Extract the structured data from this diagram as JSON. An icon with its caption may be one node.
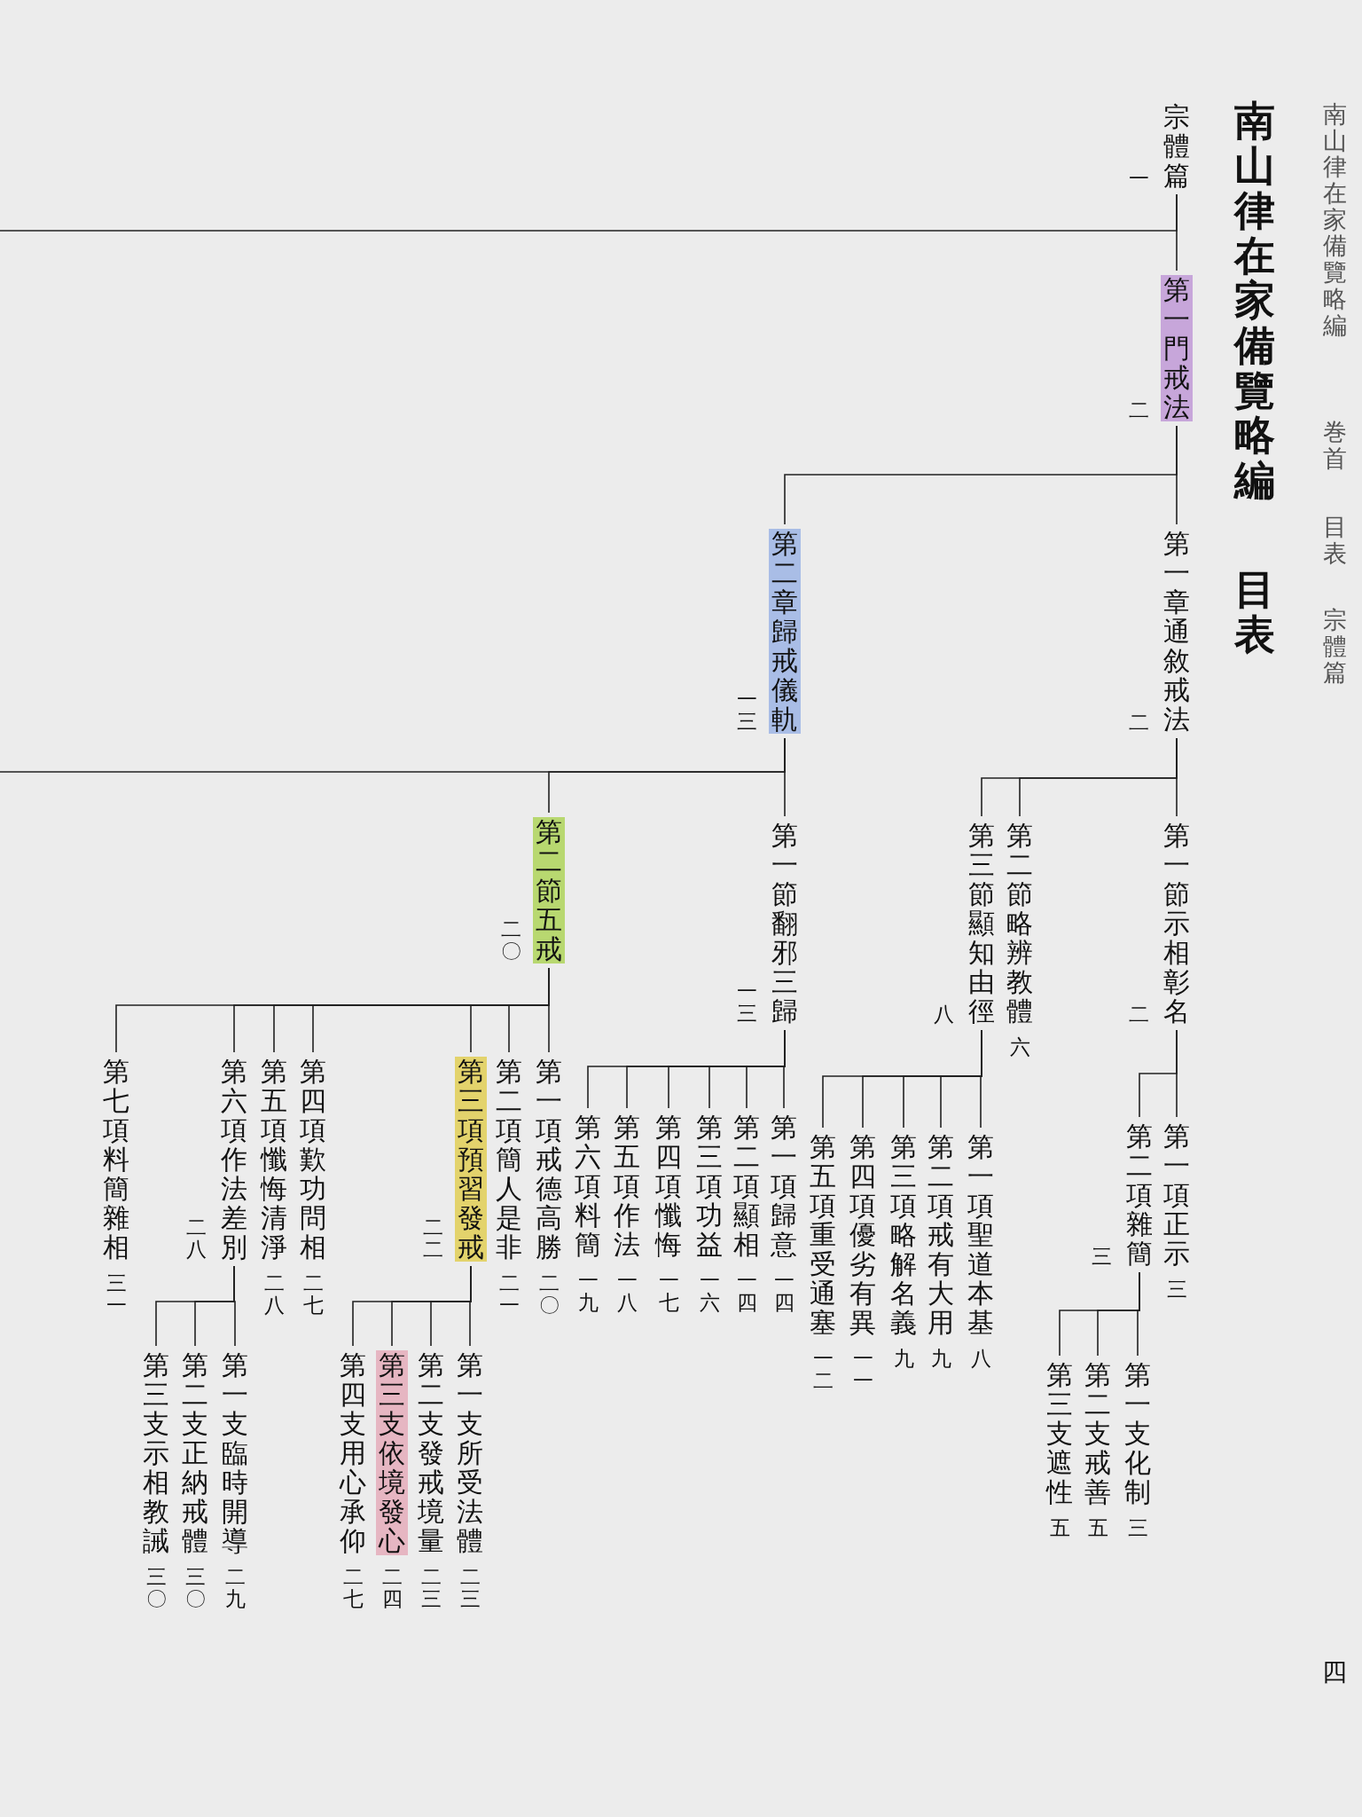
{
  "diagram": {
    "title": "南山律在家備覽略編",
    "nodes": [
      {
        "text": [
          "宗體篇"
        ],
        "beside": [
          "一"
        ]
      },
      {
        "text": [
          "第一門戒法"
        ],
        "beside": [
          "二"
        ]
      },
      {
        "text": [
          "第一章通敘戒法"
        ],
        "beside": [
          "二"
        ]
      },
      {
        "text": [
          "第二章歸戒儀軌"
        ],
        "beside": [
          "一三"
        ]
      },
      {
        "text": [
          "第一節示相彰名"
        ],
        "beside": [
          "二"
        ]
      },
      {
        "text": [
          "第二節略辨教體"
        ],
        "beside": [
          "六"
        ]
      },
      {
        "text": [
          "第三節顯知由徑"
        ],
        "beside": [
          "八"
        ]
      },
      {
        "text": [
          "第一項正示"
        ],
        "beside": [
          "三"
        ]
      },
      {
        "text": [
          "第二項雜簡"
        ],
        "beside": [
          "三"
        ]
      },
      {
        "text": [
          "第一支化制"
        ],
        "beside": [
          "三"
        ]
      },
      {
        "text": [
          "第二支戒善"
        ],
        "beside": [
          "五"
        ]
      },
      {
        "text": [
          "第三支遮性"
        ],
        "beside": [
          "五"
        ]
      },
      {
        "text": [
          "第一項聖道本基"
        ],
        "beside": [
          "八"
        ]
      },
      {
        "text": [
          "第二項戒有大用"
        ],
        "beside": [
          "九"
        ]
      },
      {
        "text": [
          "第三項略解名義"
        ],
        "beside": [
          "九"
        ]
      },
      {
        "text": [
          "第四項優劣有異"
        ],
        "beside": [
          "一一"
        ]
      },
      {
        "text": [
          "第五項重受通塞"
        ],
        "beside": [
          "一二"
        ]
      },
      {
        "text": [
          "第一節翻邪三歸"
        ],
        "beside": [
          "一三"
        ]
      },
      {
        "text": [
          "第一項歸意"
        ],
        "beside": [
          "一四"
        ]
      },
      {
        "text": [
          "第二項顯相"
        ],
        "beside": [
          "一四"
        ]
      },
      {
        "text": [
          "第三項功益"
        ],
        "beside": [
          "一六"
        ]
      },
      {
        "text": [
          "第四項懺悔"
        ],
        "beside": [
          "一七"
        ]
      },
      {
        "text": [
          "第五項作法"
        ],
        "beside": [
          "一八"
        ]
      },
      {
        "text": [
          "第六項料簡"
        ],
        "beside": [
          "一九"
        ]
      },
      {
        "text": [
          "第二節五戒"
        ],
        "beside": [
          "二〇"
        ]
      },
      {
        "text": [
          "第一項戒德高勝"
        ],
        "beside": [
          "二〇"
        ]
      },
      {
        "text": [
          "第二項簡人是非"
        ],
        "beside": [
          "二一"
        ]
      },
      {
        "text": [
          "第三項預習發戒"
        ],
        "beside": [
          "二二"
        ]
      },
      {
        "text": [
          "第四項歎功問相"
        ],
        "beside": [
          "二七"
        ]
      },
      {
        "text": [
          "第五項懺悔清淨"
        ],
        "beside": [
          "二八"
        ]
      },
      {
        "text": [
          "第六項作法差別"
        ],
        "beside": [
          "二八"
        ]
      },
      {
        "text": [
          "第七項料簡雜相"
        ],
        "beside": [
          "三一"
        ]
      },
      {
        "text": [
          "第一支所受法體"
        ],
        "beside": [
          "二三"
        ]
      },
      {
        "text": [
          "第二支發戒境量"
        ],
        "beside": [
          "二三"
        ]
      },
      {
        "text": [
          "第三支依境發心"
        ],
        "beside": [
          "二四"
        ]
      },
      {
        "text": [
          "第四支用心承仰"
        ],
        "beside": [
          "二七"
        ]
      },
      {
        "text": [
          "第一支臨時開導"
        ],
        "beside": [
          "二九"
        ]
      },
      {
        "text": [
          "第二支正納戒體"
        ],
        "beside": [
          "三〇"
        ]
      },
      {
        "text": [
          "第三支示相教誡"
        ],
        "beside": [
          "三〇"
        ]
      }
    ],
    "edges": [
      {
        "from": 0,
        "to": null,
        "arrow": "none"
      },
      {
        "from": 0,
        "to": 1,
        "arrow": "none"
      },
      {
        "from": 1,
        "to": 2,
        "arrow": "none"
      },
      {
        "from": 1,
        "to": 3,
        "arrow": "none"
      },
      {
        "from": 2,
        "to": 4,
        "arrow": "none"
      },
      {
        "from": 2,
        "to": 5,
        "arrow": "none"
      },
      {
        "from": 2,
        "to": 6,
        "arrow": "none"
      },
      {
        "from": 4,
        "to": 7,
        "arrow": "none"
      },
      {
        "from": 4,
        "to": 8,
        "arrow": "none"
      },
      {
        "from": 8,
        "to": 9,
        "arrow": "none"
      },
      {
        "from": 8,
        "to": 10,
        "arrow": "none"
      },
      {
        "from": 8,
        "to": 11,
        "arrow": "none"
      },
      {
        "from": 6,
        "to": 12,
        "arrow": "none"
      },
      {
        "from": 6,
        "to": 13,
        "arrow": "none"
      },
      {
        "from": 6,
        "to": 14,
        "arrow": "none"
      },
      {
        "from": 6,
        "to": 15,
        "arrow": "none"
      },
      {
        "from": 6,
        "to": 16,
        "arrow": "none"
      },
      {
        "from": 3,
        "to": null,
        "arrow": "none"
      },
      {
        "from": 3,
        "to": 17,
        "arrow": "none"
      },
      {
        "from": 3,
        "to": 24,
        "arrow": "none"
      },
      {
        "from": 17,
        "to": 18,
        "arrow": "none"
      },
      {
        "from": 17,
        "to": 19,
        "arrow": "none"
      },
      {
        "from": 17,
        "to": 20,
        "arrow": "none"
      },
      {
        "from": 17,
        "to": 21,
        "arrow": "none"
      },
      {
        "from": 17,
        "to": 22,
        "arrow": "none"
      },
      {
        "from": 17,
        "to": 23,
        "arrow": "none"
      },
      {
        "from": 24,
        "to": 25,
        "arrow": "none"
      },
      {
        "from": 24,
        "to": 26,
        "arrow": "none"
      },
      {
        "from": 24,
        "to": 27,
        "arrow": "none"
      },
      {
        "from": 24,
        "to": 28,
        "arrow": "none"
      },
      {
        "from": 24,
        "to": 29,
        "arrow": "none"
      },
      {
        "from": 24,
        "to": 30,
        "arrow": "none"
      },
      {
        "from": 24,
        "to": 31,
        "arrow": "none"
      },
      {
        "from": 27,
        "to": 32,
        "arrow": "none"
      },
      {
        "from": 27,
        "to": 33,
        "arrow": "none"
      },
      {
        "from": 27,
        "to": 34,
        "arrow": "none"
      },
      {
        "from": 27,
        "to": 35,
        "arrow": "none"
      },
      {
        "from": 30,
        "to": 36,
        "arrow": "none"
      },
      {
        "from": 30,
        "to": 37,
        "arrow": "none"
      },
      {
        "from": 30,
        "to": 38,
        "arrow": "none"
      }
    ],
    "labels": [
      "南山律在家備覽略編",
      "巻首",
      "目表",
      "宗體篇",
      "目表",
      "四"
    ]
  }
}
